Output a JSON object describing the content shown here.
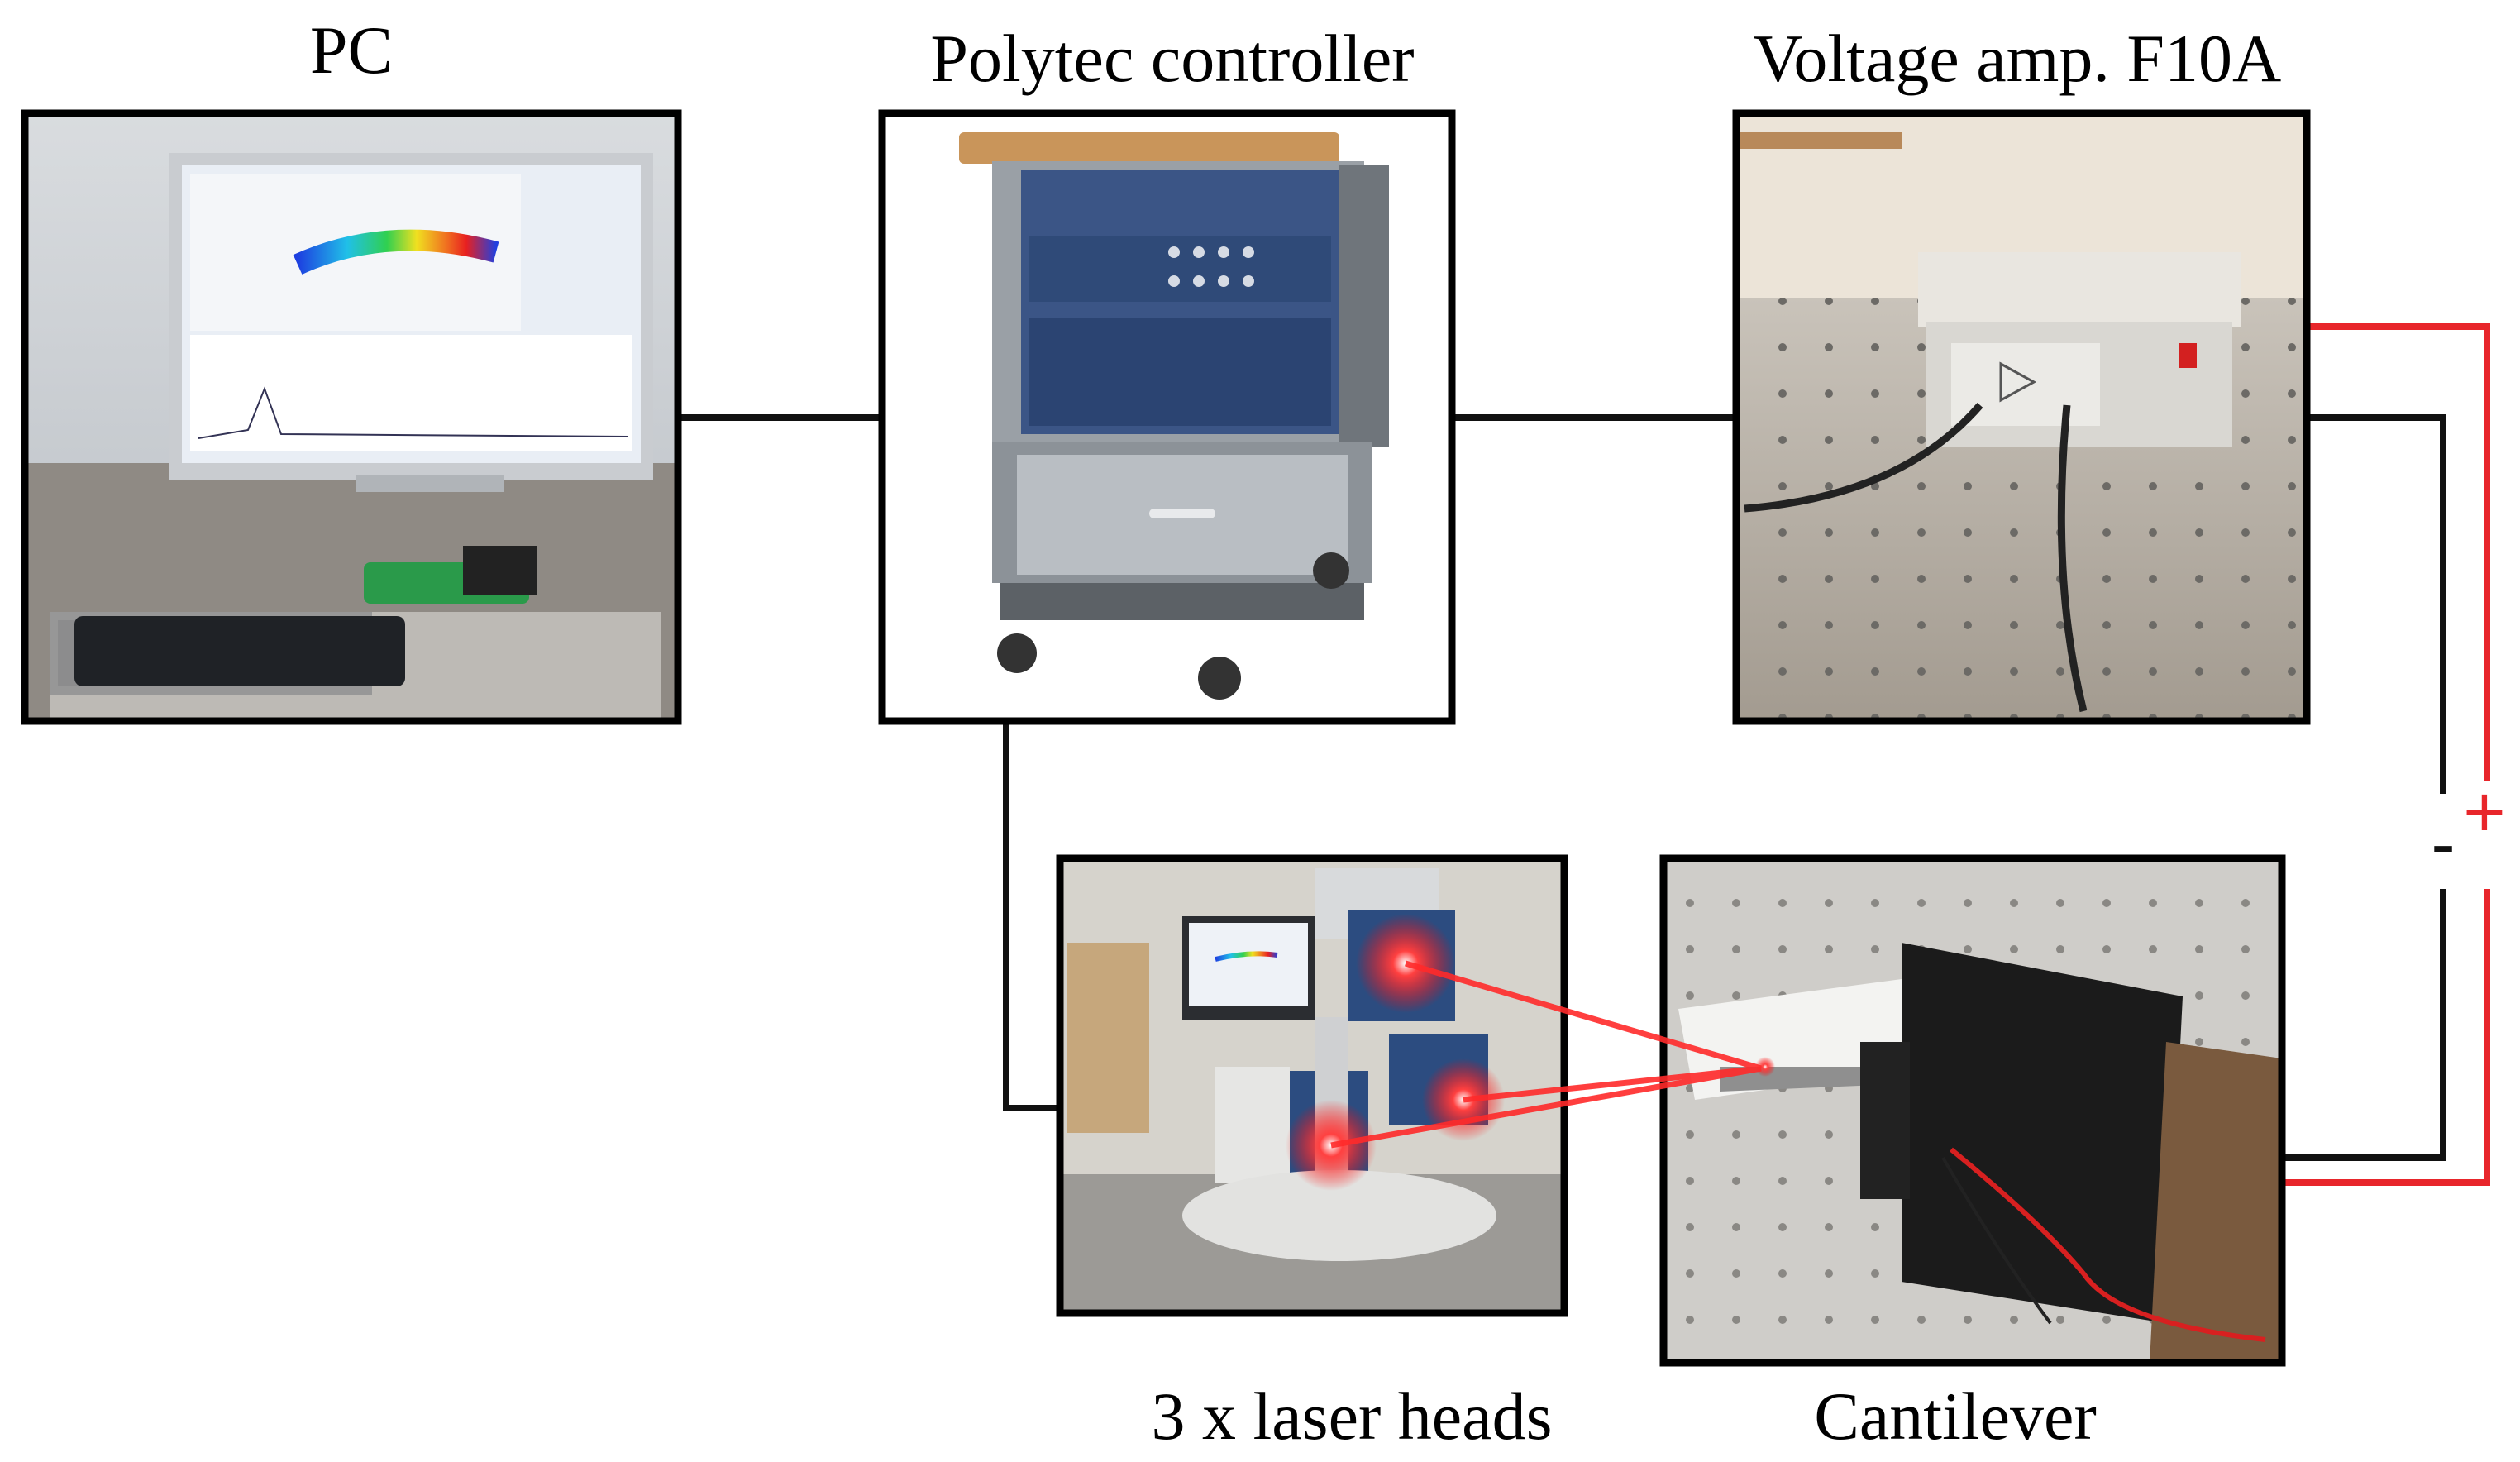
{
  "diagram": {
    "labels": {
      "pc": "PC",
      "controller": "Polytec controller",
      "amplifier": "Voltage amp. F10A",
      "laser_heads": "3 x laser heads",
      "cantilever": "Cantilever"
    },
    "polarity": {
      "plus": "+",
      "minus": "-"
    },
    "colors": {
      "wire": "#111111",
      "positive_wire": "#e8262b",
      "laser": "#ff2a2a",
      "frame": "#000000"
    }
  }
}
